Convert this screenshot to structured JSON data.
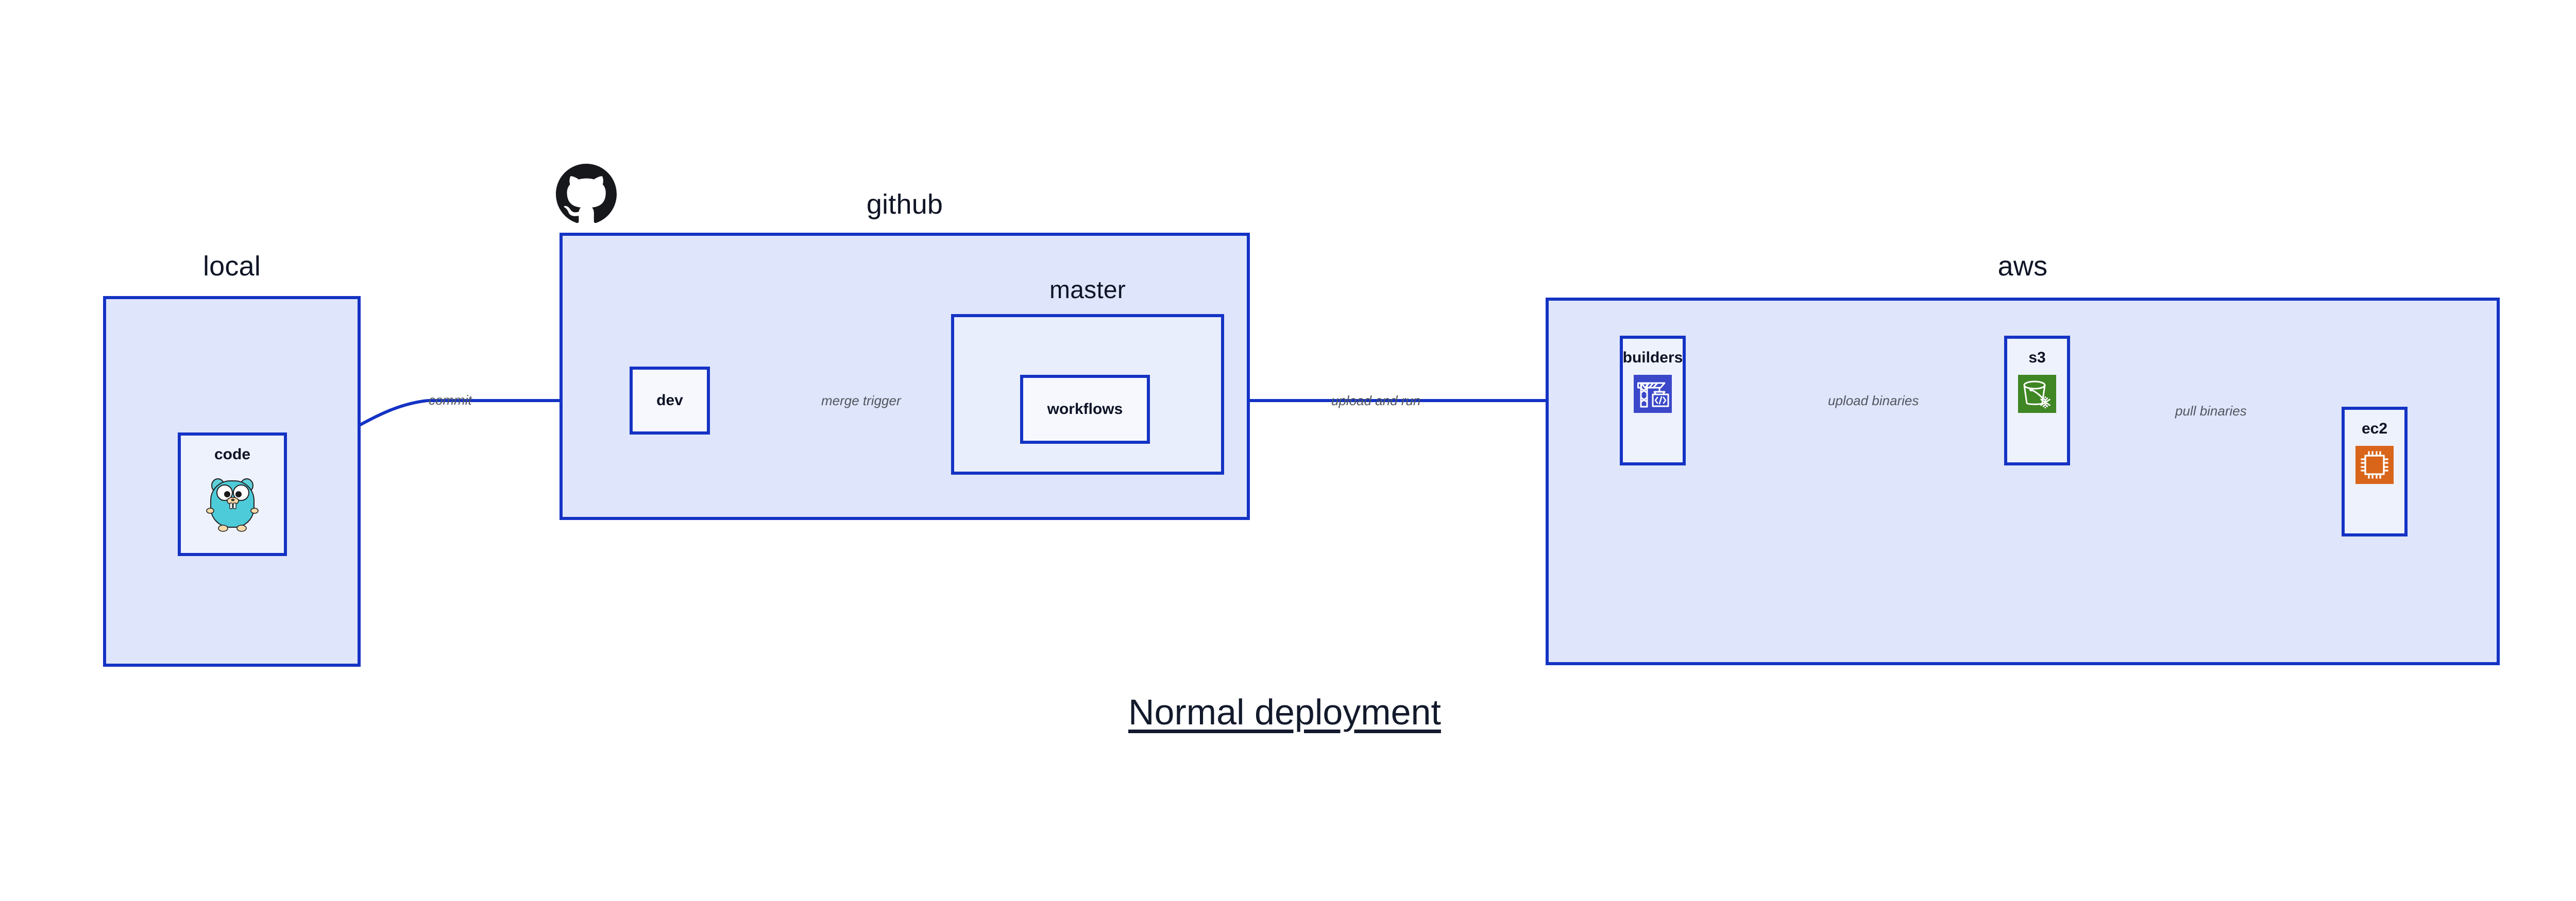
{
  "diagram": {
    "caption": "Normal deployment",
    "background": "#ffffff",
    "accent_border": "#1433c4",
    "group_fill": "#dfe5fa",
    "subgroup_fill": "#e9eefc",
    "node_fill": "#eef2fd",
    "edge_label_color": "#53565f",
    "title_color": "#0f1526"
  },
  "groups": {
    "local": {
      "title": "local"
    },
    "github": {
      "title": "github"
    },
    "master": {
      "title": "master"
    },
    "aws": {
      "title": "aws"
    }
  },
  "nodes": {
    "code": {
      "label": "code",
      "icon": "go-gopher-icon"
    },
    "dev": {
      "label": "dev",
      "icon": "none"
    },
    "workflows": {
      "label": "workflows",
      "icon": "none"
    },
    "builders": {
      "label": "builders",
      "icon": "aws-codebuild-crane-icon",
      "icon_color": "#3b48c9"
    },
    "s3": {
      "label": "s3",
      "icon": "aws-s3-bucket-snowflake-icon",
      "icon_color": "#3f8624"
    },
    "ec2": {
      "label": "ec2",
      "icon": "aws-ec2-chip-icon",
      "icon_color": "#d9651a"
    }
  },
  "edges": [
    {
      "id": "commit",
      "label": "commit",
      "from": "code",
      "to": "dev"
    },
    {
      "id": "merge-trigger",
      "label": "merge trigger",
      "from": "dev",
      "to": "workflows"
    },
    {
      "id": "upload-and-run",
      "label": "upload and run",
      "from": "workflows",
      "to": "builders"
    },
    {
      "id": "upload-binaries",
      "label": "upload binaries",
      "from": "builders",
      "to": "s3"
    },
    {
      "id": "pull-binaries",
      "label": "pull binaries",
      "from": "s3",
      "to": "ec2"
    }
  ],
  "logos": {
    "github": "github-octocat-icon"
  }
}
